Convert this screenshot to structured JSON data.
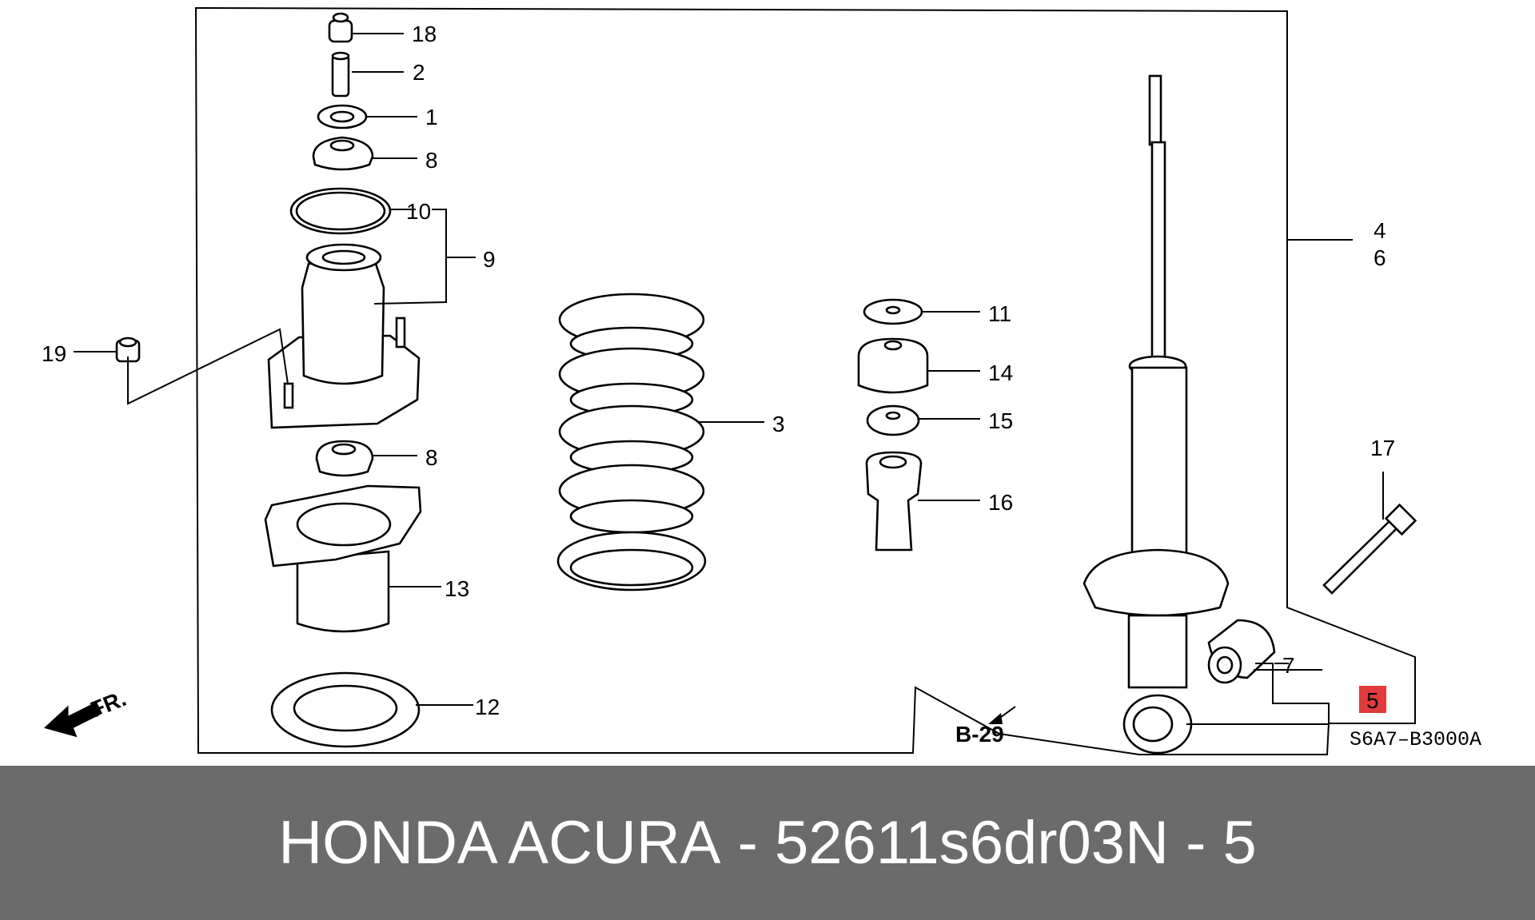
{
  "diagram": {
    "callouts": [
      "18",
      "2",
      "1",
      "8",
      "10",
      "9",
      "19",
      "8",
      "13",
      "12",
      "3",
      "11",
      "14",
      "15",
      "16",
      "4",
      "6",
      "17",
      "7",
      "5"
    ],
    "highlight_color": "#e23b3b",
    "reference": "B-29",
    "code": "S6A7–B3000A",
    "direction": "FR."
  },
  "footer": {
    "brand": "HONDA ACURA",
    "part_number": "52611s6dr03",
    "position": "N - 5"
  }
}
